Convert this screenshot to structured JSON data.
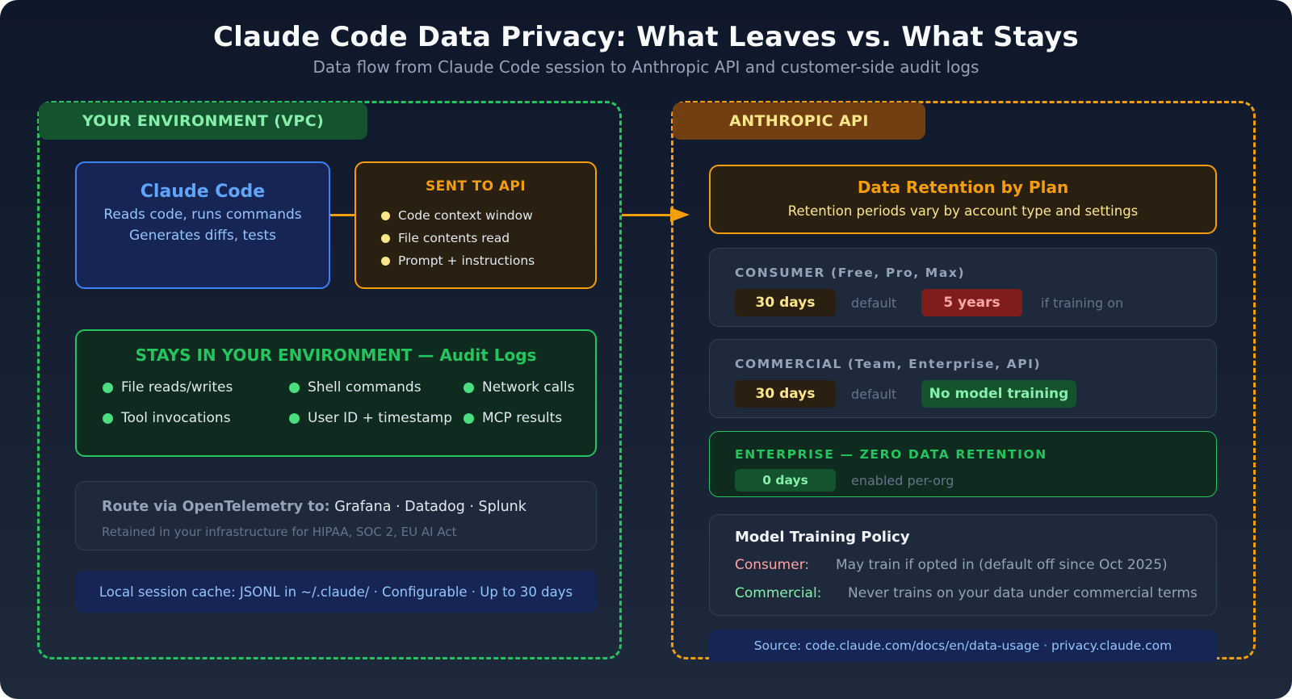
{
  "header": {
    "title": "Claude Code Data Privacy: What Leaves vs. What Stays",
    "subtitle": "Data flow from Claude Code session to Anthropic API and customer-side audit logs"
  },
  "colors": {
    "environment_accent": "#22c55e",
    "api_accent": "#f59e0b",
    "claude_code_accent": "#3b82f6",
    "danger": "#7f1d1d"
  },
  "left_zone": {
    "label": "YOUR ENVIRONMENT (VPC)",
    "claude_code": {
      "title": "Claude Code",
      "lines": [
        "Reads code, runs commands",
        "Generates diffs, tests"
      ]
    },
    "sent_to_api": {
      "title": "SENT TO API",
      "items": [
        "Code context window",
        "File contents read",
        "Prompt + instructions"
      ]
    },
    "stays": {
      "title": "STAYS IN YOUR ENVIRONMENT — Audit Logs",
      "items": [
        "File reads/writes",
        "Shell commands",
        "Network calls",
        "Tool invocations",
        "User ID + timestamp",
        "MCP results"
      ]
    },
    "otel": {
      "label": "Route via OpenTelemetry to:",
      "destinations": "Grafana · Datadog · Splunk",
      "note": "Retained in your infrastructure for HIPAA, SOC 2, EU AI Act"
    },
    "cache": "Local session cache: JSONL in ~/.claude/ · Configurable · Up to 30 days"
  },
  "right_zone": {
    "label": "ANTHROPIC API",
    "retention": {
      "title": "Data Retention by Plan",
      "subtitle": "Retention periods vary by account type and settings"
    },
    "plans": {
      "consumer": {
        "label": "CONSUMER (Free, Pro, Max)",
        "badge1": "30 days",
        "note1": "default",
        "badge2": "5 years",
        "note2": "if training on"
      },
      "commercial": {
        "label": "COMMERCIAL (Team, Enterprise, API)",
        "badge1": "30 days",
        "note1": "default",
        "badge2": "No model training"
      },
      "enterprise": {
        "label": "ENTERPRISE — ZERO DATA RETENTION",
        "badge1": "0 days",
        "note1": "enabled per-org"
      }
    },
    "policy": {
      "title": "Model Training Policy",
      "consumer_key": "Consumer:",
      "consumer_value": "May train if opted in (default off since Oct 2025)",
      "commercial_key": "Commercial:",
      "commercial_value": "Never trains on your data under commercial terms"
    },
    "source": "Source: code.claude.com/docs/en/data-usage · privacy.claude.com"
  }
}
